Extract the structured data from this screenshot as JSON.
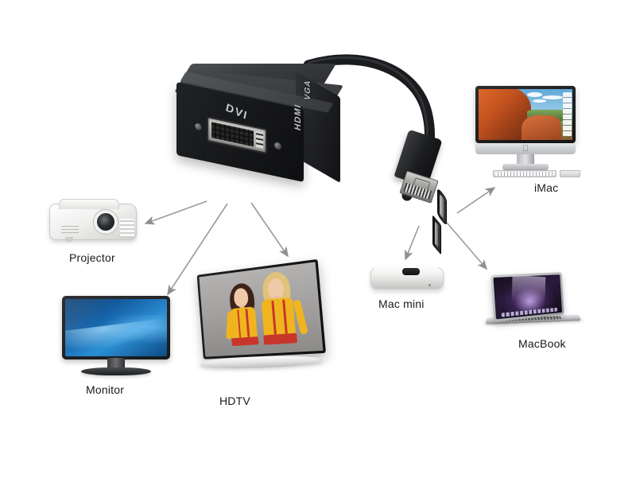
{
  "scene": {
    "title": "Mini DisplayPort to DVI / HDMI / VGA adapter connection diagram",
    "background_color": "#ffffff",
    "label_color": "#1a1a1a"
  },
  "adapter": {
    "name": "3-in-1 video adapter",
    "body_color": "#16181a",
    "ports": [
      {
        "id": "dvi",
        "label": "DVI",
        "orientation": "front-face"
      },
      {
        "id": "hdmi",
        "label": "HDMI",
        "orientation": "rotated-vertical"
      },
      {
        "id": "vga",
        "label": "VGA",
        "orientation": "rotated-vertical"
      }
    ],
    "cable": {
      "name": "mini-displayport-cable",
      "color": "#1b1c1e"
    },
    "connector": {
      "name": "mini-displayport-plug",
      "metal_color": "#c9cac6"
    }
  },
  "output_devices": [
    {
      "id": "projector",
      "label": "Projector",
      "arrow_from": "adapter",
      "arrow_direction": "to-device"
    },
    {
      "id": "monitor",
      "label": "Monitor",
      "arrow_from": "adapter",
      "arrow_direction": "to-device"
    },
    {
      "id": "hdtv",
      "label": "HDTV",
      "arrow_from": "adapter",
      "arrow_direction": "to-device"
    }
  ],
  "source_devices": [
    {
      "id": "imac",
      "label": "iMac",
      "arrow_from": "connector",
      "arrow_direction": "to-device"
    },
    {
      "id": "macmini",
      "label": "Mac mini",
      "arrow_from": "connector",
      "arrow_direction": "to-device"
    },
    {
      "id": "macbook",
      "label": "MacBook",
      "arrow_from": "connector",
      "arrow_direction": "to-device"
    }
  ],
  "arrows": {
    "color": "#9a9a9a",
    "count": 6,
    "style": "thin-line-with-arrowhead"
  }
}
